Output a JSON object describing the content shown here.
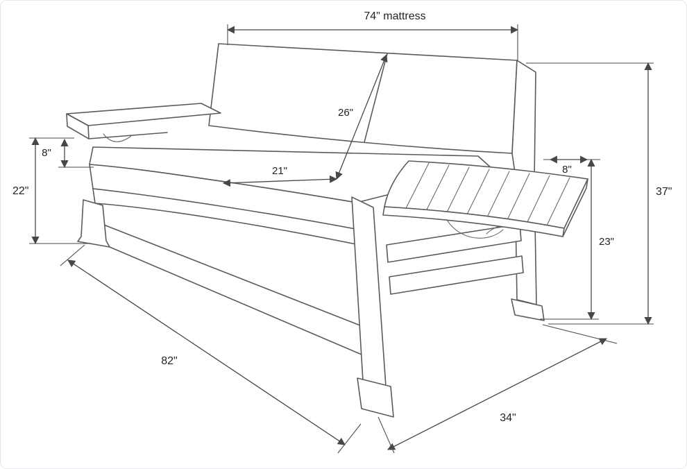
{
  "diagram": {
    "labels": {
      "mattress_width": "74\" mattress",
      "back_cushion_length": "26\"",
      "seat_cushion_depth": "21\"",
      "arm_height_above_seat": "8\"",
      "seat_height": "22\"",
      "tray_depth": "8\"",
      "tray_height": "23\"",
      "overall_height": "37\"",
      "overall_length": "82\"",
      "overall_depth": "34\""
    },
    "colors": {
      "background": "#ffffff",
      "object_line": "#5a5a5a",
      "dimension_line": "#474747",
      "text": "#232323",
      "border": "#e7e7ee"
    }
  }
}
